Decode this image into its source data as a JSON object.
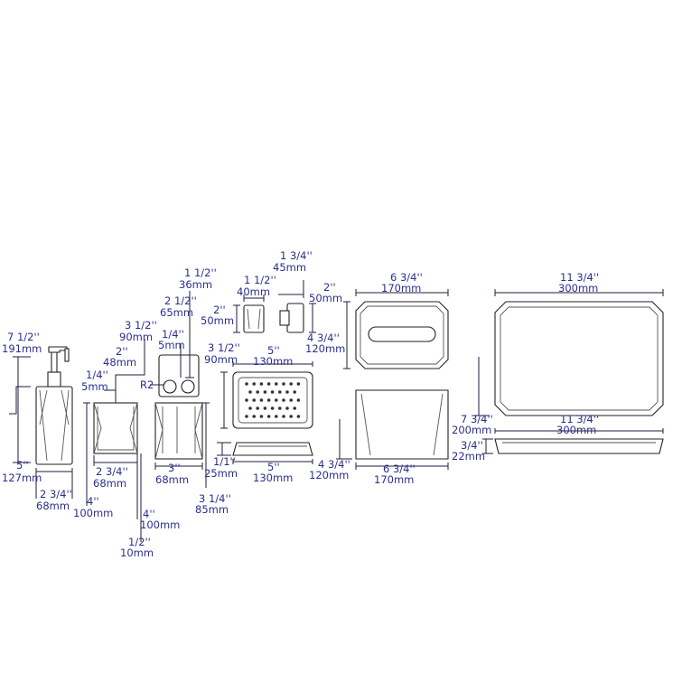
{
  "dimensions": {
    "dispenser_h_in": "7 1/2''",
    "dispenser_h_mm": "191mm",
    "dispenser_base_in": "5''",
    "dispenser_base_mm": "127mm",
    "dispenser_w_in": "2 3/4''",
    "dispenser_w_mm": "68mm",
    "tumbler_h_in": "3 1/2''",
    "tumbler_h_mm": "90mm",
    "tumbler_inner_in": "2''",
    "tumbler_inner_mm": "48mm",
    "tumbler_wall_in": "1/4''",
    "tumbler_wall_mm": "5mm",
    "tumbler_w_in": "2 3/4''",
    "tumbler_w_mm": "68mm",
    "tumbler_d_in": "4''",
    "tumbler_d_mm": "100mm",
    "tumbler_d2_in": "4''",
    "tumbler_d2_mm": "100mm",
    "tumbler_base_in": "1/2''",
    "tumbler_base_mm": "10mm",
    "tb_holder_top_in": "1 1/2''",
    "tb_holder_top_mm": "36mm",
    "tb_holder_w_in": "2 1/2''",
    "tb_holder_w_mm": "65mm",
    "tb_holder_wall_in": "1/4''",
    "tb_holder_wall_mm": "5mm",
    "tb_holder_radius": "R2",
    "tb_holder_base_in": "3''",
    "tb_holder_base_mm": "68mm",
    "tb_holder_h_in": "3 1/4''",
    "tb_holder_h_mm": "85mm",
    "cup_w_in": "1 1/2''",
    "cup_w_mm": "40mm",
    "hook_w_in": "1 3/4''",
    "hook_w_mm": "45mm",
    "cup_h_in": "2''",
    "cup_h_mm": "50mm",
    "hook_h_in": "2''",
    "hook_h_mm": "50mm",
    "soap_top_in": "5''",
    "soap_top_mm": "130mm",
    "soap_depth_in": "3 1/2''",
    "soap_depth_mm": "90mm",
    "soap_h_in": "1/1''",
    "soap_h_mm": "25mm",
    "soap_w_in": "5''",
    "soap_w_mm": "130mm",
    "tissue_top_in": "6 3/4''",
    "tissue_top_mm": "170mm",
    "tissue_depth_in": "4 3/4''",
    "tissue_depth_mm": "120mm",
    "tissue_h_in": "4 3/4''",
    "tissue_h_mm": "120mm",
    "tissue_w_in": "6 3/4''",
    "tissue_w_mm": "170mm",
    "tray_top_in": "11 3/4''",
    "tray_top_mm": "300mm",
    "tray_depth_in": "7 3/4''",
    "tray_depth_mm": "200mm",
    "tray_w_in": "11 3/4''",
    "tray_w_mm": "300mm",
    "tray_h_in": "3/4''",
    "tray_h_mm": "22mm"
  }
}
